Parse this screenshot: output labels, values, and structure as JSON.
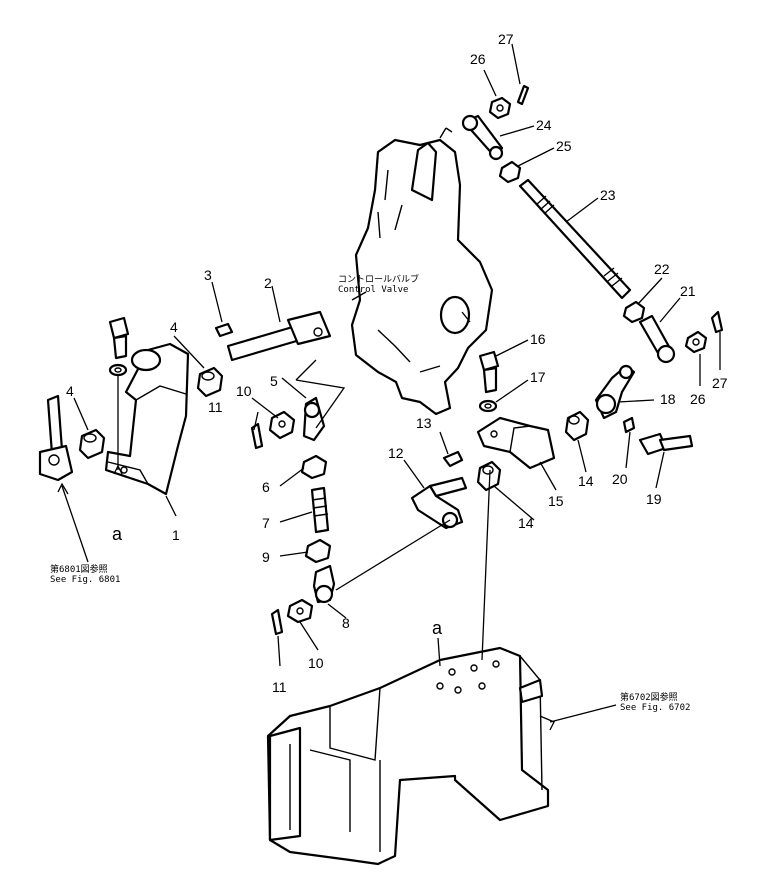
{
  "callouts": [
    {
      "id": "c27a",
      "text": "27"
    },
    {
      "id": "c26a",
      "text": "26"
    },
    {
      "id": "c24",
      "text": "24"
    },
    {
      "id": "c25",
      "text": "25"
    },
    {
      "id": "c23",
      "text": "23"
    },
    {
      "id": "c22",
      "text": "22"
    },
    {
      "id": "c21",
      "text": "21"
    },
    {
      "id": "c27b",
      "text": "27"
    },
    {
      "id": "c26b",
      "text": "26"
    },
    {
      "id": "c18",
      "text": "18"
    },
    {
      "id": "c16",
      "text": "16"
    },
    {
      "id": "c17",
      "text": "17"
    },
    {
      "id": "c14a",
      "text": "14"
    },
    {
      "id": "c14b",
      "text": "14"
    },
    {
      "id": "c15",
      "text": "15"
    },
    {
      "id": "c20",
      "text": "20"
    },
    {
      "id": "c19",
      "text": "19"
    },
    {
      "id": "c13",
      "text": "13"
    },
    {
      "id": "c12",
      "text": "12"
    },
    {
      "id": "c3",
      "text": "3"
    },
    {
      "id": "c2",
      "text": "2"
    },
    {
      "id": "c4a",
      "text": "4"
    },
    {
      "id": "c4b",
      "text": "4"
    },
    {
      "id": "c5",
      "text": "5"
    },
    {
      "id": "c10a",
      "text": "10"
    },
    {
      "id": "c11a",
      "text": "11"
    },
    {
      "id": "c6",
      "text": "6"
    },
    {
      "id": "c7",
      "text": "7"
    },
    {
      "id": "c9",
      "text": "9"
    },
    {
      "id": "c8",
      "text": "8"
    },
    {
      "id": "c10b",
      "text": "10"
    },
    {
      "id": "c11b",
      "text": "11"
    },
    {
      "id": "c1",
      "text": "1"
    }
  ],
  "letters": {
    "a_upper": "a",
    "a_lower": "a"
  },
  "notes": {
    "control_valve_jp": "コントロールバルブ",
    "control_valve_en": "Control Valve",
    "fig6801_jp": "第6801図参照",
    "fig6801_en": "See Fig. 6801",
    "fig6702_jp": "第6702図参照",
    "fig6702_en": "See Fig. 6702"
  }
}
